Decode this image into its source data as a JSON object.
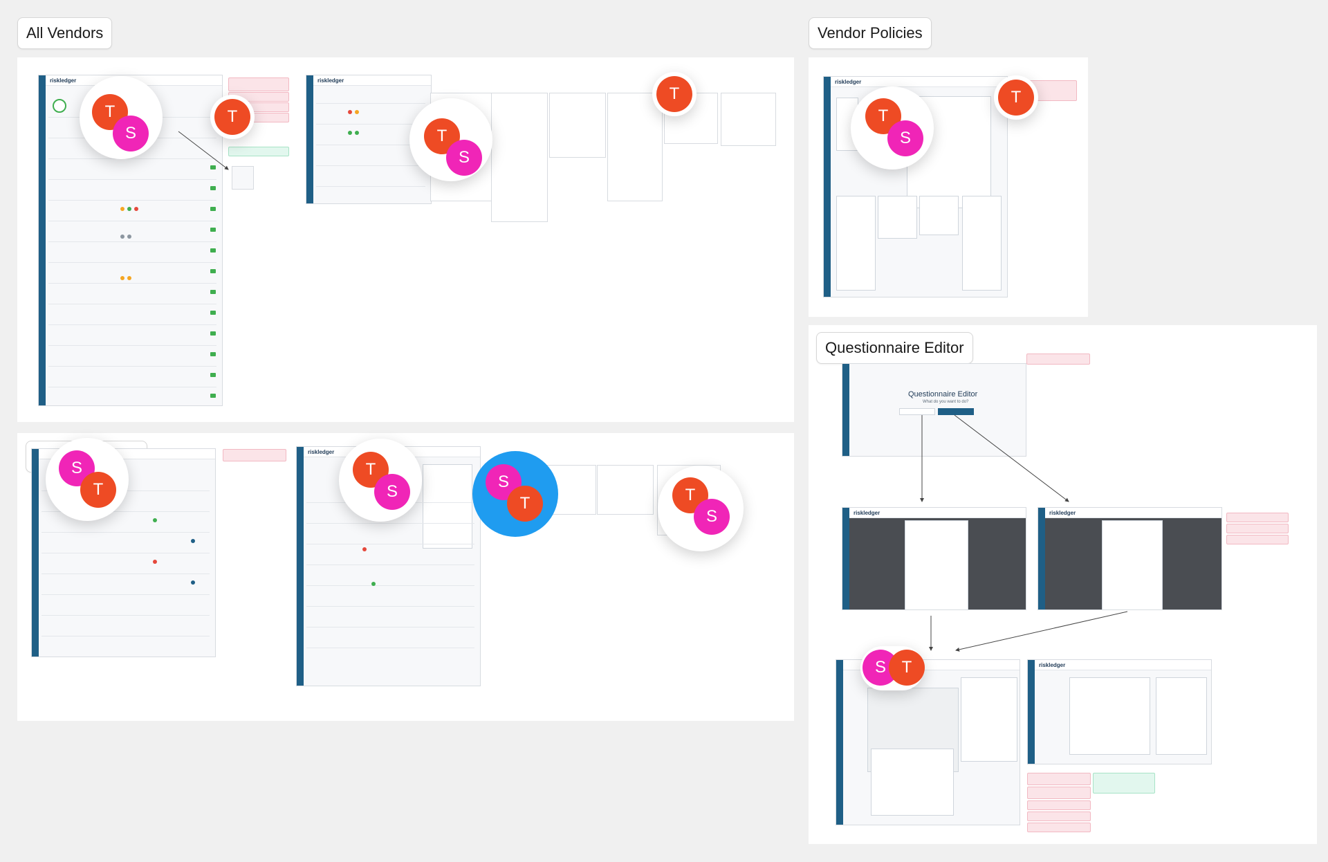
{
  "sections": {
    "all_vendors": {
      "title": "All Vendors"
    },
    "vendor_policies": {
      "title": "Vendor Policies"
    },
    "questionnaire_editor": {
      "title": "Questionnaire Editor"
    },
    "all_vendors_2": {
      "title": "All"
    }
  },
  "avatars": {
    "t_label": "T",
    "s_label": "S"
  },
  "questionnaire_preview": {
    "heading": "Questionnaire Editor",
    "subheading": "What do you want to do?"
  },
  "brand": "riskledger",
  "colors": {
    "avatar_t": "#ee4b24",
    "avatar_s": "#f025b7",
    "active_halo": "#1f9cf0",
    "sidebar": "#1f5f86",
    "success": "#3fae4f",
    "note_pink": "#fbe4e8",
    "note_green": "#e2f7ee"
  }
}
